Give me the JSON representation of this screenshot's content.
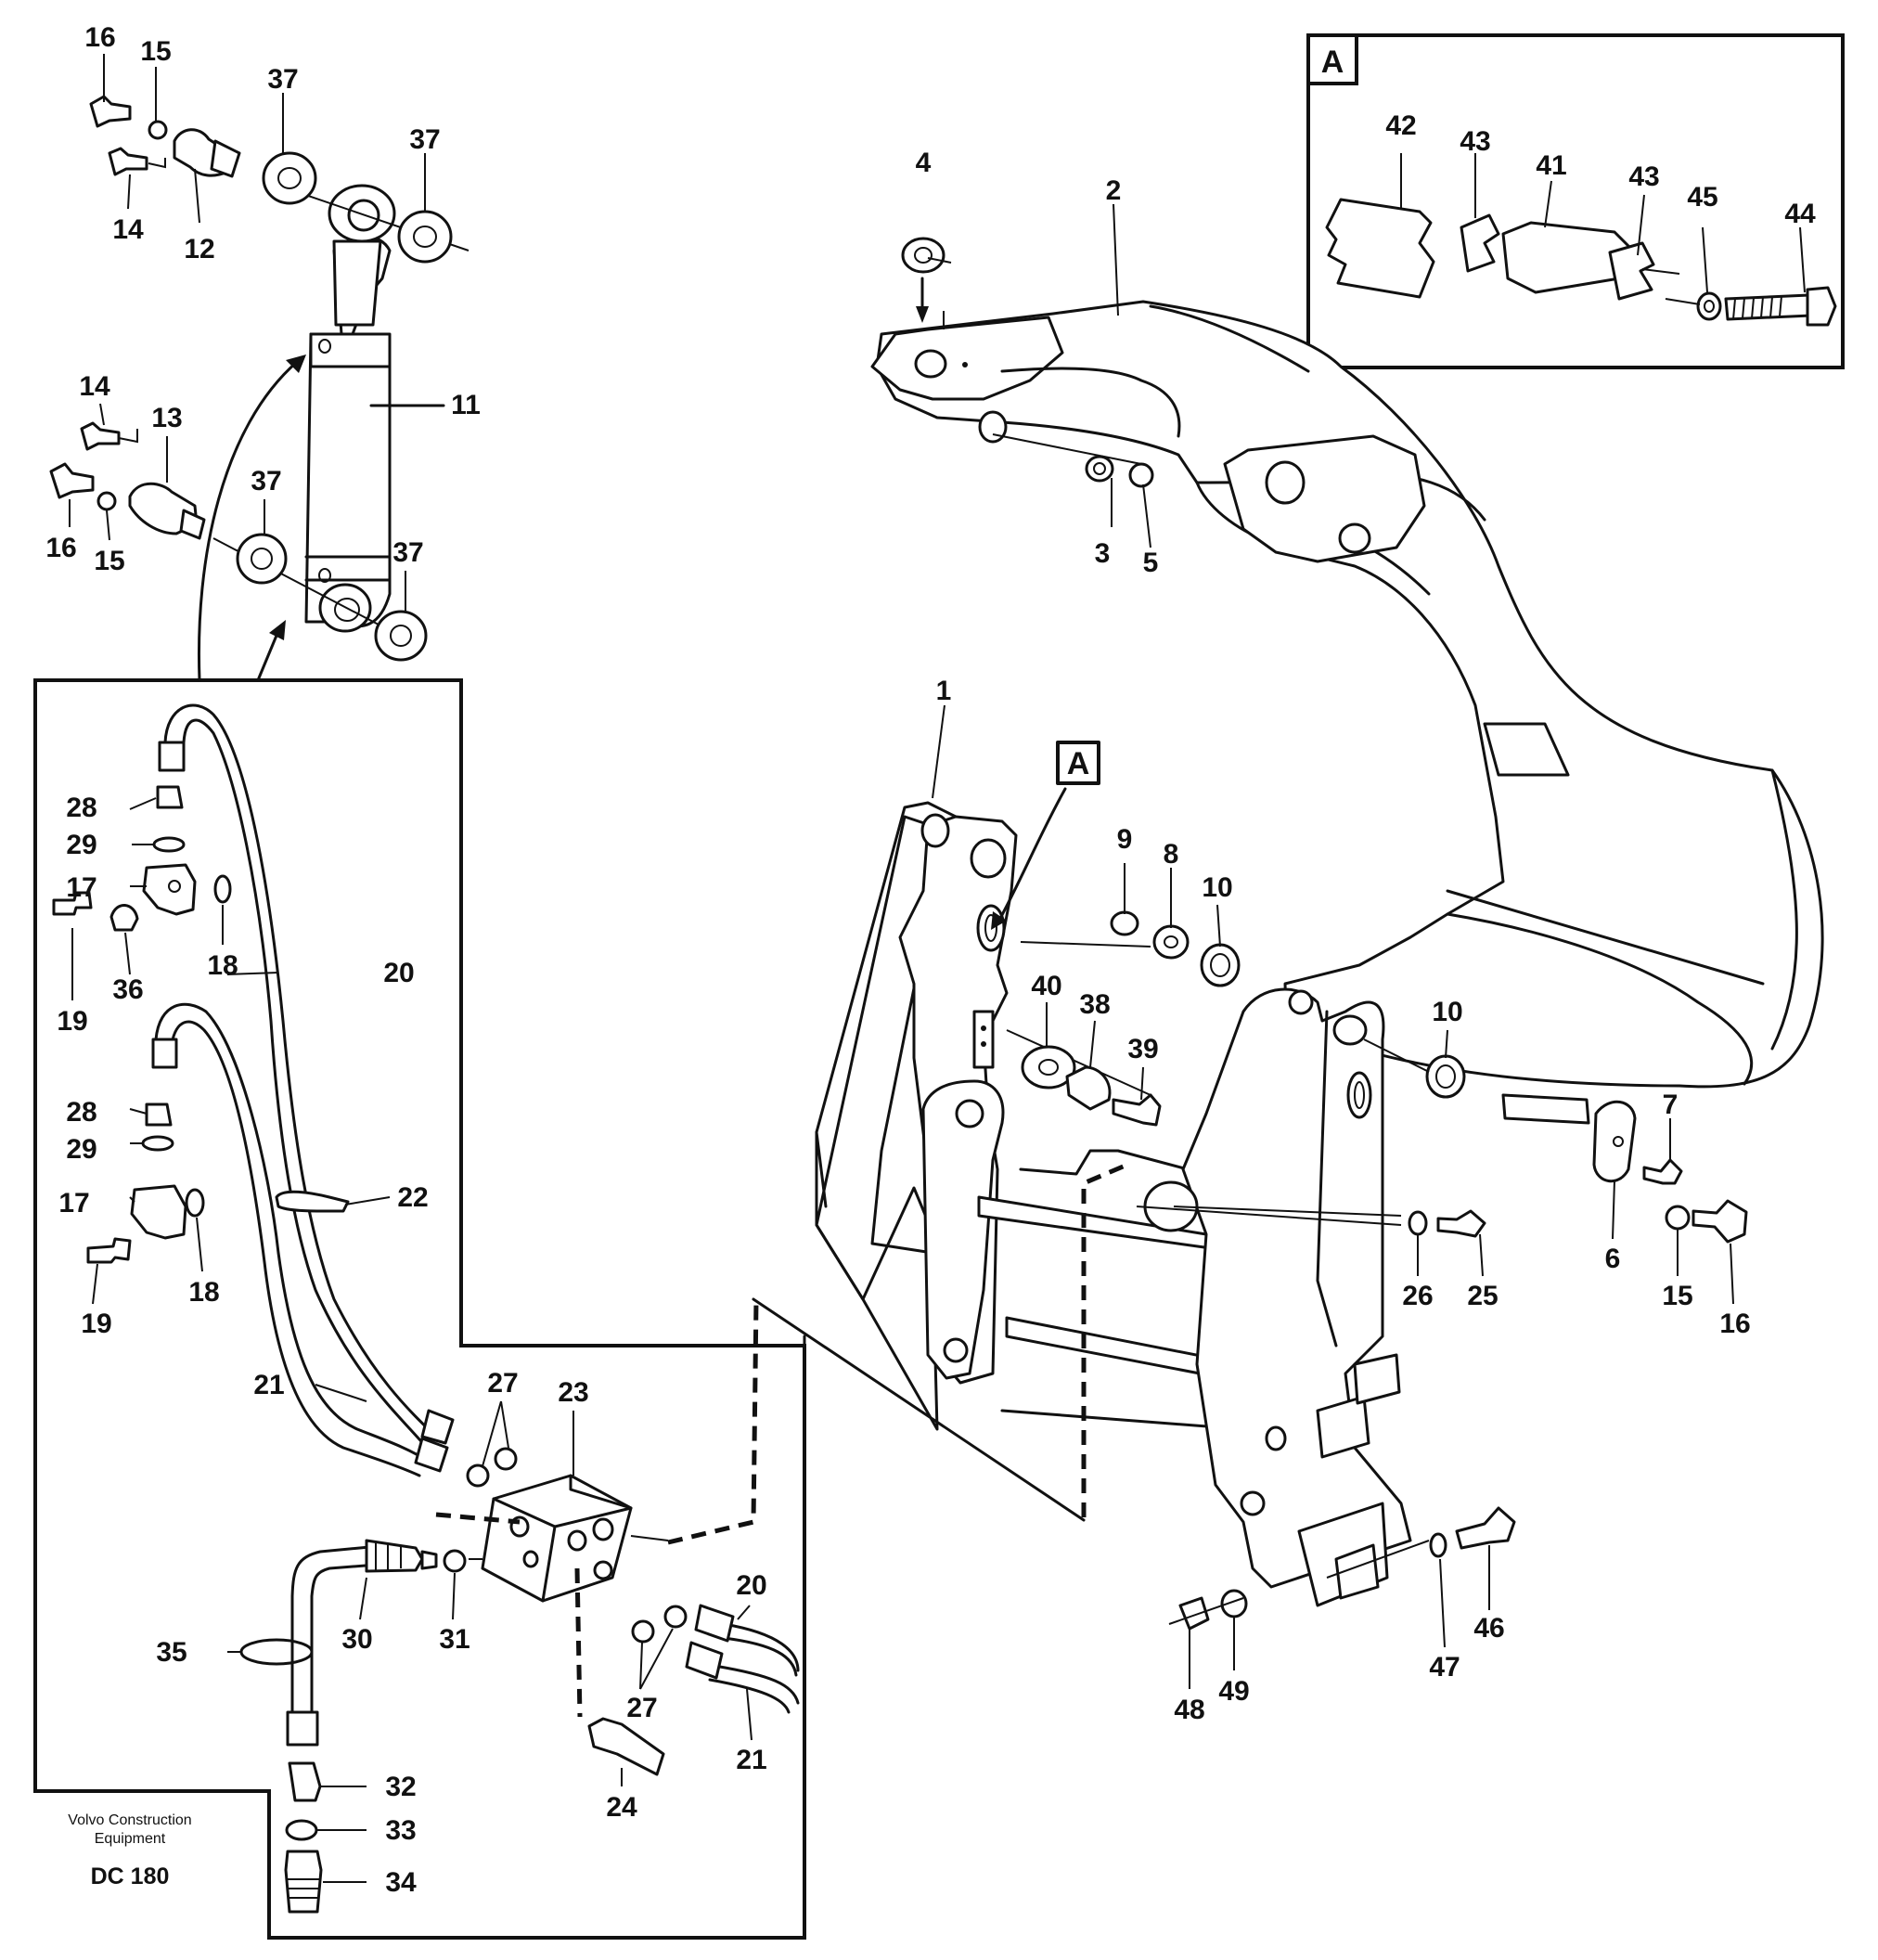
{
  "footer": {
    "company_line1": "Volvo Construction",
    "company_line2": "Equipment",
    "code": "DC 180"
  },
  "detail": {
    "box_label": "A",
    "callout_label": "A"
  },
  "labels": {
    "l1": "1",
    "l2": "2",
    "l3": "3",
    "l4": "4",
    "l5": "5",
    "l6": "6",
    "l7": "7",
    "l8": "8",
    "l9": "9",
    "l10a": "10",
    "l10b": "10",
    "l11": "11",
    "l12": "12",
    "l13": "13",
    "l14a": "14",
    "l14b": "14",
    "l15a": "15",
    "l15b": "15",
    "l15c": "15",
    "l16a": "16",
    "l16b": "16",
    "l16c": "16",
    "l17a": "17",
    "l17b": "17",
    "l18a": "18",
    "l18b": "18",
    "l19a": "19",
    "l19b": "19",
    "l20a": "20",
    "l20b": "20",
    "l21a": "21",
    "l21b": "21",
    "l22": "22",
    "l23": "23",
    "l24": "24",
    "l25": "25",
    "l26": "26",
    "l27a": "27",
    "l27b": "27",
    "l28a": "28",
    "l28b": "28",
    "l29a": "29",
    "l29b": "29",
    "l30": "30",
    "l31": "31",
    "l32": "32",
    "l33": "33",
    "l34": "34",
    "l35": "35",
    "l36": "36",
    "l37a": "37",
    "l37b": "37",
    "l37c": "37",
    "l37d": "37",
    "l38": "38",
    "l39": "39",
    "l40": "40",
    "l41": "41",
    "l42": "42",
    "l43a": "43",
    "l43b": "43",
    "l44": "44",
    "l45": "45",
    "l46": "46",
    "l47": "47",
    "l48": "48",
    "l49": "49"
  }
}
